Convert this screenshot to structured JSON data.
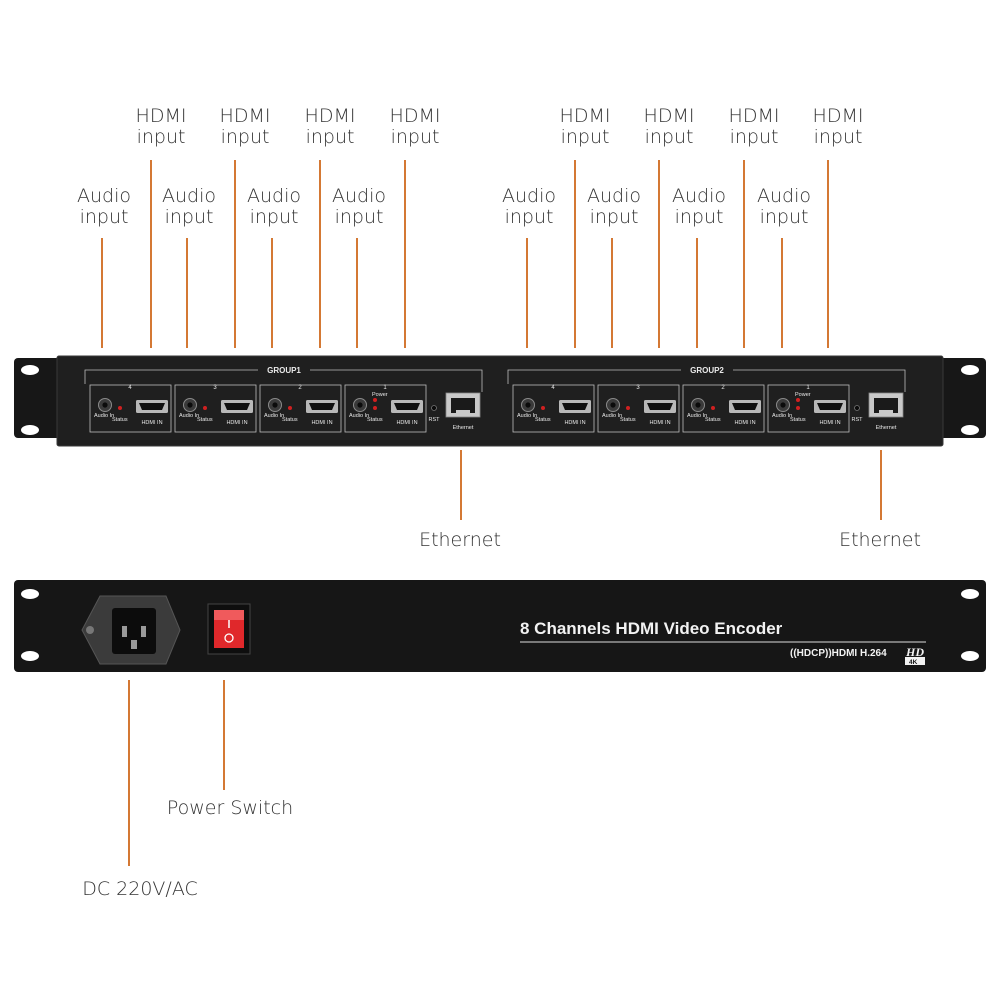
{
  "colors": {
    "leader": "#cf6a1e",
    "chassis": "#1d1d1d",
    "chassis_edge": "#3a3a3a",
    "panel_text": "#e8e8e8",
    "red_switch": "#e0282b",
    "status_led": "#d02020"
  },
  "callouts": {
    "hdmi_input": {
      "line1": "HDMI",
      "line2": "input"
    },
    "audio_input": {
      "line1": "Audio",
      "line2": "input"
    },
    "ethernet": "Ethernet",
    "power_switch": "Power Switch",
    "dc_power": "DC 220V/AC"
  },
  "front_panel": {
    "groups": [
      {
        "label": "GROUP1",
        "ports": [
          {
            "number": "4",
            "audio_label": "Audio In",
            "status_label": "Status",
            "hdmi_label": "HDMI IN"
          },
          {
            "number": "3",
            "audio_label": "Audio In",
            "status_label": "Status",
            "hdmi_label": "HDMI IN"
          },
          {
            "number": "2",
            "audio_label": "Audio In",
            "status_label": "Status",
            "hdmi_label": "HDMI IN"
          },
          {
            "number": "1",
            "audio_label": "Audio In",
            "status_label": "Status",
            "hdmi_label": "HDMI IN",
            "power_label": "Power"
          }
        ],
        "rst_label": "RST",
        "ethernet_label": "Ethernet"
      },
      {
        "label": "GROUP2",
        "ports": [
          {
            "number": "4",
            "audio_label": "Audio In",
            "status_label": "Status",
            "hdmi_label": "HDMI IN"
          },
          {
            "number": "3",
            "audio_label": "Audio In",
            "status_label": "Status",
            "hdmi_label": "HDMI IN"
          },
          {
            "number": "2",
            "audio_label": "Audio In",
            "status_label": "Status",
            "hdmi_label": "HDMI IN"
          },
          {
            "number": "1",
            "audio_label": "Audio In",
            "status_label": "Status",
            "hdmi_label": "HDMI IN",
            "power_label": "Power"
          }
        ],
        "rst_label": "RST",
        "ethernet_label": "Ethernet"
      }
    ]
  },
  "back_panel": {
    "product_title": "8 Channels HDMI Video Encoder",
    "spec_line": "((HDCP))HDMI H.264",
    "hd_mark": "HD",
    "k4_mark": "4K"
  }
}
